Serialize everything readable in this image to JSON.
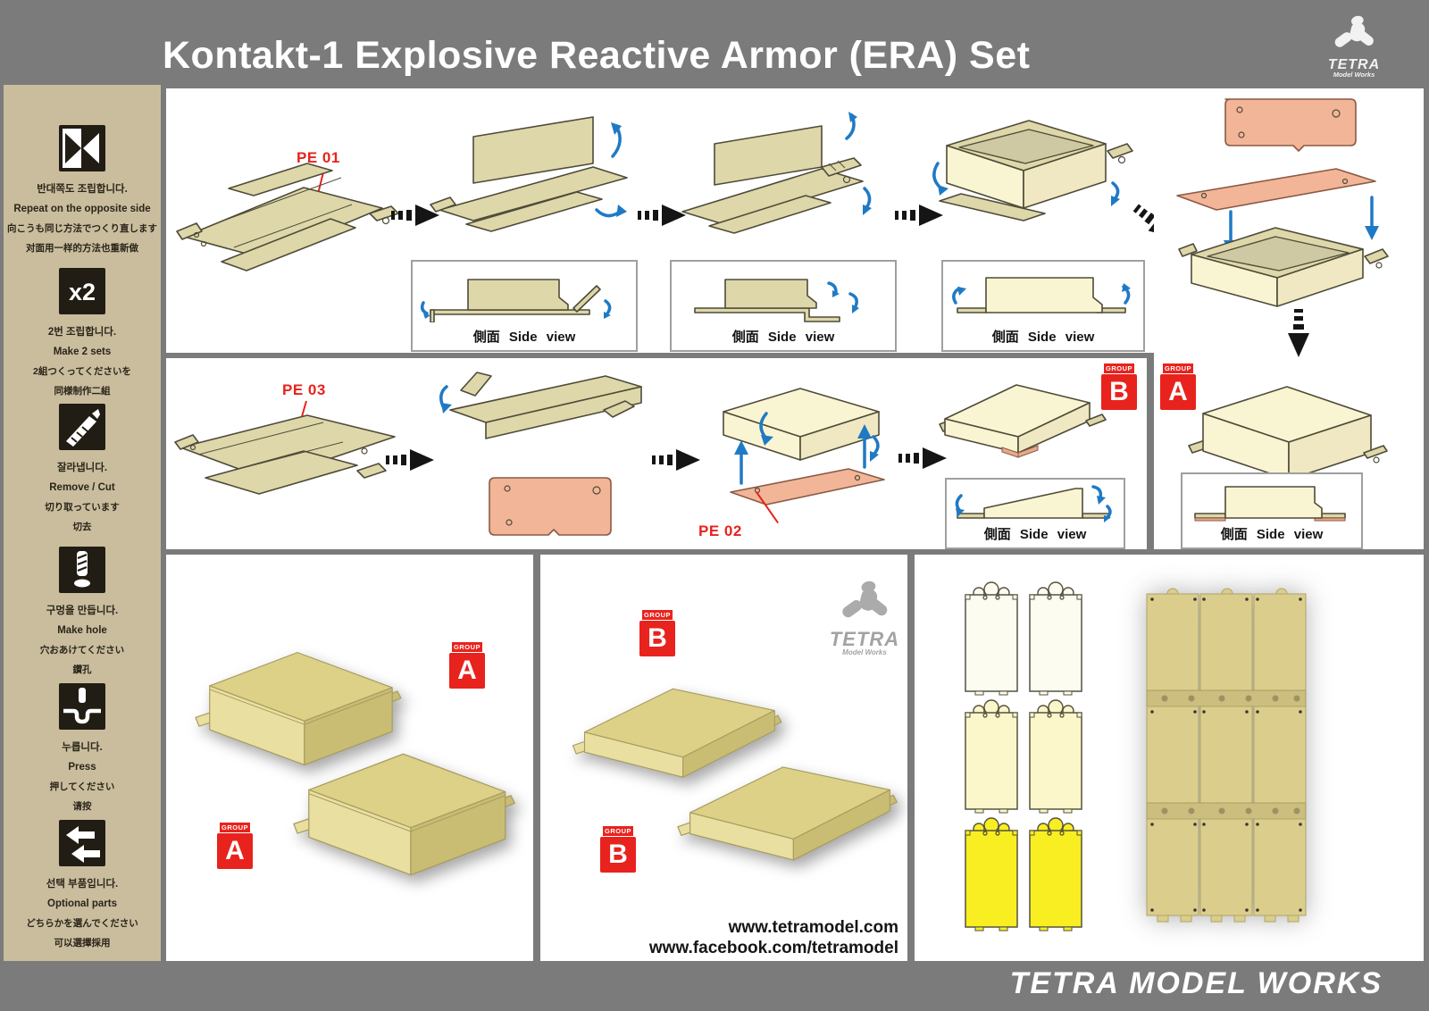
{
  "header": {
    "title": "Kontakt-1 Explosive Reactive Armor (ERA) Set",
    "brand": "TETRA",
    "brand_sub": "Model Works"
  },
  "sidebar": {
    "items": [
      {
        "icon": "mirror-repeat-icon",
        "lines": [
          "반대쪽도 조립합니다.",
          "Repeat on the opposite side",
          "向こうも同じ方法でつくり直します",
          "对面用一样的方法也重新做"
        ]
      },
      {
        "icon": "x2-icon",
        "icon_label": "x2",
        "lines": [
          "2번 조립합니다.",
          "Make 2 sets",
          "2組つくってくださいを",
          "同様制作二組"
        ]
      },
      {
        "icon": "cutter-icon",
        "lines": [
          "잘라냅니다.",
          "Remove / Cut",
          "切り取っています",
          "切去"
        ]
      },
      {
        "icon": "drill-icon",
        "lines": [
          "구멍을 만듭니다.",
          "Make hole",
          "穴おあけてください",
          "鑽孔"
        ]
      },
      {
        "icon": "press-icon",
        "lines": [
          "누릅니다.",
          "Press",
          "押してください",
          "请按"
        ]
      },
      {
        "icon": "optional-parts-icon",
        "lines": [
          "선택 부품입니다.",
          "Optional parts",
          "どちらかを選んでください",
          "可以選擇採用"
        ]
      }
    ]
  },
  "labels": {
    "pe01": "PE 01",
    "pe02": "PE 02",
    "pe03": "PE 03",
    "group_word": "GROUP",
    "group_a": "A",
    "group_b": "B",
    "side_view": "側面 Side view"
  },
  "links": {
    "web": "www.tetramodel.com",
    "facebook": "www.facebook.com/tetramodel"
  },
  "watermark": {
    "brand": "TETRA",
    "sub": "Model Works"
  },
  "footer": {
    "brand": "TETRA MODEL WORKS"
  },
  "colors": {
    "frame_gray": "#7b7b7b",
    "sidebar_tan": "#c9bd9e",
    "accent_red": "#e8231d",
    "arrow_blue": "#1f7ac5",
    "part_tan": "#ddd7aa",
    "part_cream": "#f9f5d2",
    "part_pink": "#f2b598",
    "render_tan": "#ddd187",
    "bright_yellow": "#f8ee22"
  }
}
